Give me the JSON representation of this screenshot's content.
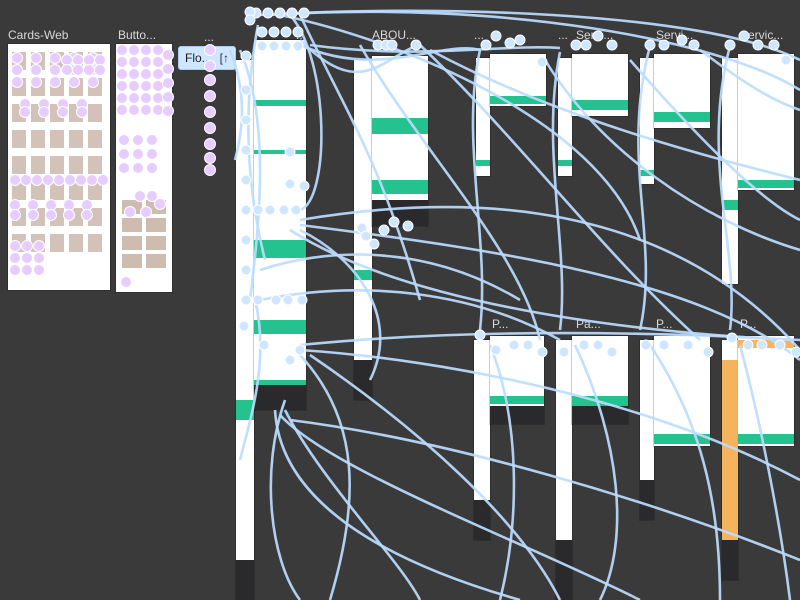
{
  "frames": [
    {
      "label": "Cards-Web"
    },
    {
      "label": "Butto..."
    },
    {
      "label": "..."
    },
    {
      "label": "..."
    },
    {
      "label": "ABOU..."
    },
    {
      "label": "..."
    },
    {
      "label": "..."
    },
    {
      "label": "Servi..."
    },
    {
      "label": "Servi..."
    },
    {
      "label": "Servic..."
    }
  ],
  "lower_labels": [
    {
      "label": "P..."
    },
    {
      "label": "Pa..."
    },
    {
      "label": "P..."
    },
    {
      "label": "P..."
    }
  ],
  "flow_chip": {
    "label": "Flo...",
    "bracket": "[↑"
  },
  "colors": {
    "canvas": "#3b3a3b",
    "connector": "#bcdcff",
    "node_blue": "#cfe6ff",
    "node_violet": "#e6ccff",
    "accent_green": "#23c28e",
    "accent_orange": "#f2a640",
    "frame_dark": "#2a2a2d"
  },
  "icons": {
    "connector_node": "circle",
    "violet_hotspot": "circle"
  }
}
